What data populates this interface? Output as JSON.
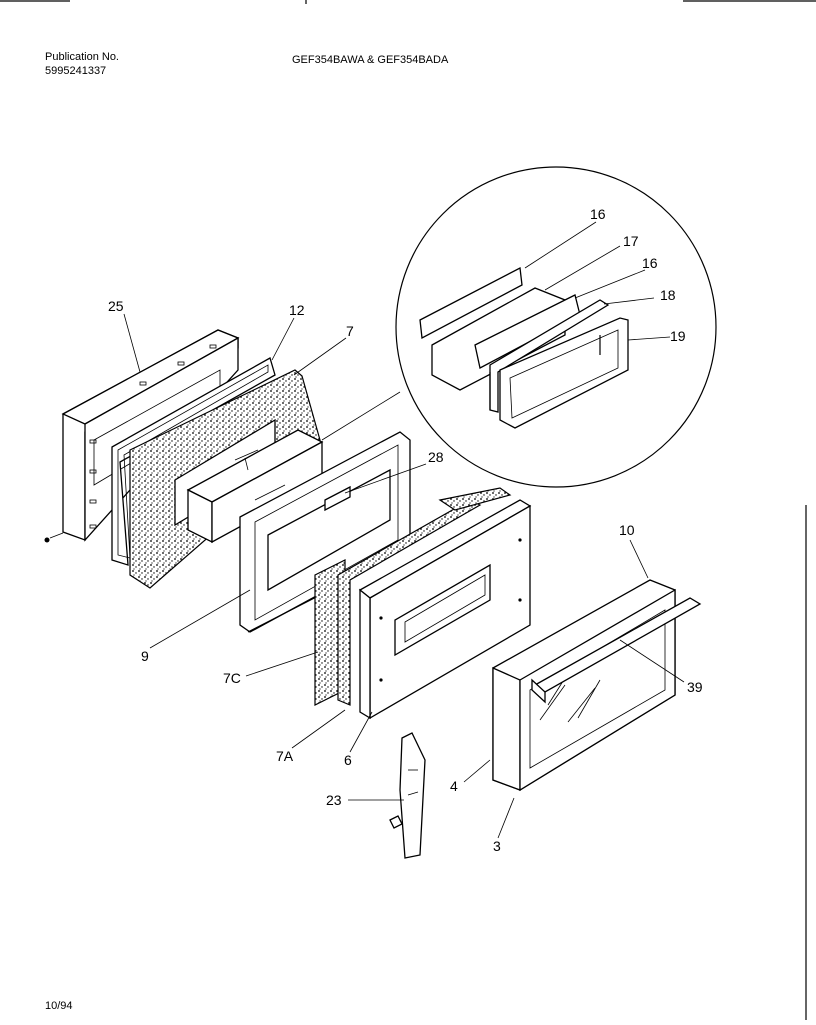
{
  "header": {
    "publication_label": "Publication No.",
    "publication_number": "5995241337",
    "models": "GEF354BAWA & GEF354BADA"
  },
  "footer": {
    "date": "10/94"
  },
  "callouts": {
    "c25": "25",
    "c12": "12",
    "c7": "7",
    "c9": "9",
    "c28": "28",
    "c7C": "7C",
    "c7A": "7A",
    "c6": "6",
    "c10": "10",
    "c39": "39",
    "c4": "4",
    "c3": "3",
    "c23": "23",
    "c16a": "16",
    "c17": "17",
    "c16b": "16",
    "c18": "18",
    "c19": "19"
  }
}
